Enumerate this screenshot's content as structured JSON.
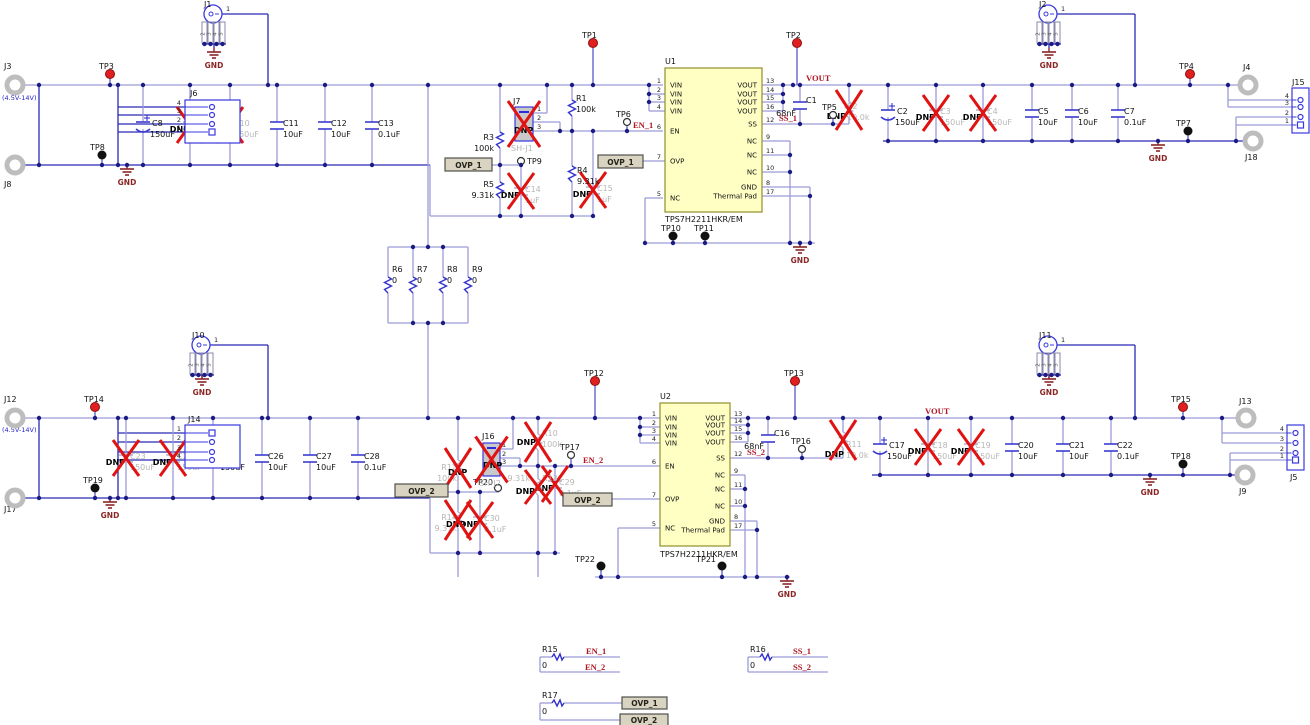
{
  "labels": {
    "gnd": "GND",
    "range": "(4.5V-14V)"
  },
  "ic": {
    "part": "TPS7H2211HKR/EM",
    "u1": {
      "ref": "U1"
    },
    "u2": {
      "ref": "U2"
    },
    "left_names": [
      "VIN",
      "VIN",
      "VIN",
      "VIN",
      "EN",
      "OVP",
      "NC"
    ],
    "left_nums": [
      "1",
      "2",
      "3",
      "4",
      "6",
      "7",
      "5"
    ],
    "right_names": [
      "VOUT",
      "VOUT",
      "VOUT",
      "VOUT",
      "SS",
      "NC",
      "NC",
      "NC",
      "GND",
      "Thermal Pad"
    ],
    "right_nums": [
      "13",
      "14",
      "15",
      "16",
      "12",
      "9",
      "11",
      "10",
      "8",
      "17"
    ]
  },
  "tps": {
    "tp1": "TP1",
    "tp2": "TP2",
    "tp3": "TP3",
    "tp4": "TP4",
    "tp5": "TP5",
    "tp6": "TP6",
    "tp7": "TP7",
    "tp8": "TP8",
    "tp9": "TP9",
    "tp10": "TP10",
    "tp11": "TP11",
    "tp12": "TP12",
    "tp13": "TP13",
    "tp14": "TP14",
    "tp15": "TP15",
    "tp16": "TP16",
    "tp17": "TP17",
    "tp18": "TP18",
    "tp19": "TP19",
    "tp20": "TP20",
    "tp21": "TP21",
    "tp22": "TP22"
  },
  "top": {
    "j1": {
      "ref": "J1",
      "pin1": "1",
      "pins": [
        "2",
        "3",
        "4",
        "5"
      ]
    },
    "j2": {
      "ref": "J2",
      "pin1": "1",
      "pins": [
        "2",
        "3",
        "4",
        "5"
      ]
    },
    "j3": {
      "ref": "J3"
    },
    "j8": {
      "ref": "J8"
    },
    "j4": {
      "ref": "J4"
    },
    "j18": {
      "ref": "J18"
    },
    "j6": {
      "ref": "J6",
      "pins": [
        "4",
        "3",
        "2",
        "1"
      ]
    },
    "j15": {
      "ref": "J15",
      "pins": [
        "4",
        "3",
        "2",
        "1"
      ]
    },
    "j7": {
      "ref": "J7",
      "alt": "SH-J1",
      "dnp": "DNP",
      "pins": [
        "1",
        "2",
        "3"
      ]
    },
    "in_caps": [
      {
        "ref": "C8",
        "val": "150uF",
        "pol": true
      },
      {
        "ref": "C9",
        "val": "150uF",
        "dnp": "DNP"
      },
      {
        "ref": "C10",
        "val": "150uF",
        "dnp": "DNP"
      },
      {
        "ref": "C11",
        "val": "10uF"
      },
      {
        "ref": "C12",
        "val": "10uF"
      },
      {
        "ref": "C13",
        "val": "0.1uF"
      }
    ],
    "out_caps": [
      {
        "ref": "C2",
        "val": "150uF",
        "pol": true
      },
      {
        "ref": "C3",
        "val": "150uF",
        "dnp": "DNP"
      },
      {
        "ref": "C4",
        "val": "150uF",
        "dnp": "DNP"
      },
      {
        "ref": "C5",
        "val": "10uF"
      },
      {
        "ref": "C6",
        "val": "10uF"
      },
      {
        "ref": "C7",
        "val": "0.1uF"
      }
    ],
    "r1": {
      "ref": "R1",
      "val": "100k"
    },
    "r3": {
      "ref": "R3",
      "val": "100k"
    },
    "r4": {
      "ref": "R4",
      "val": "9.31k"
    },
    "r5": {
      "ref": "R5",
      "val": "9.31k"
    },
    "r2": {
      "ref": "R2",
      "val": "10.0k",
      "dnp": "DNP"
    },
    "c1": {
      "ref": "C1",
      "val": "68nF"
    },
    "c14": {
      "ref": "C14",
      "val": "1uF",
      "dnp": "DNP"
    },
    "c15": {
      "ref": "C15",
      "val": "1uF",
      "dnp": "DNP"
    },
    "nets": {
      "vout": "VOUT",
      "ss": "SS_1",
      "en": "EN_1",
      "ovp": "OVP_1"
    }
  },
  "bottom": {
    "j10": {
      "ref": "J10",
      "pin1": "1",
      "pins": [
        "2",
        "3",
        "4",
        "5"
      ]
    },
    "j11": {
      "ref": "J11",
      "pin1": "1",
      "pins": [
        "2",
        "3",
        "4",
        "5"
      ]
    },
    "j12": {
      "ref": "J12"
    },
    "j17": {
      "ref": "J17"
    },
    "j13": {
      "ref": "J13"
    },
    "j9": {
      "ref": "J9"
    },
    "j14": {
      "ref": "J14",
      "pins": [
        "1",
        "2",
        "3",
        "4"
      ]
    },
    "j5": {
      "ref": "J5",
      "pins": [
        "4",
        "3",
        "2",
        "1"
      ]
    },
    "j16": {
      "ref": "J16",
      "alt": "SH-J2",
      "dnp": "DNP",
      "pins": [
        "1",
        "2",
        "3"
      ]
    },
    "in_caps": [
      {
        "ref": "C23",
        "val": "150uF",
        "dnp": "DNP"
      },
      {
        "ref": "C24",
        "val": "150uF",
        "dnp": "DNP"
      },
      {
        "ref": "C25",
        "val": "150uF",
        "pol": true
      },
      {
        "ref": "C26",
        "val": "10uF"
      },
      {
        "ref": "C27",
        "val": "10uF"
      },
      {
        "ref": "C28",
        "val": "0.1uF"
      }
    ],
    "out_caps": [
      {
        "ref": "C17",
        "val": "150uF",
        "pol": true
      },
      {
        "ref": "C18",
        "val": "150uF",
        "dnp": "DNP"
      },
      {
        "ref": "C19",
        "val": "150uF",
        "dnp": "DNP"
      },
      {
        "ref": "C20",
        "val": "10uF"
      },
      {
        "ref": "C21",
        "val": "10uF"
      },
      {
        "ref": "C22",
        "val": "0.1uF"
      }
    ],
    "r10": {
      "ref": "R10",
      "val": "100k",
      "dnp": "DNP"
    },
    "r12": {
      "ref": "R12",
      "val": "100k",
      "dnp": "DNP"
    },
    "r13": {
      "ref": "R13",
      "val": "9.31k",
      "dnp": "DNP"
    },
    "r14": {
      "ref": "R14",
      "val": "9.31k",
      "dnp": "DNP"
    },
    "r11": {
      "ref": "R11",
      "val": "10.0k",
      "dnp": "DNP"
    },
    "c16": {
      "ref": "C16",
      "val": "68nF"
    },
    "c29": {
      "ref": "C29",
      "val": "0.1uF",
      "dnp": "DNP"
    },
    "c30": {
      "ref": "C30",
      "val": "0.1uF",
      "dnp": "DNP"
    },
    "nets": {
      "vout": "VOUT",
      "ss": "SS_2",
      "en": "EN_2",
      "ovp": "OVP_2"
    }
  },
  "rblock": {
    "r6": {
      "ref": "R6",
      "val": "0"
    },
    "r7": {
      "ref": "R7",
      "val": "0"
    },
    "r8": {
      "ref": "R8",
      "val": "0"
    },
    "r9": {
      "ref": "R9",
      "val": "0"
    }
  },
  "links": {
    "r15": {
      "ref": "R15",
      "val": "0",
      "net_a": "EN_1",
      "net_b": "EN_2"
    },
    "r16": {
      "ref": "R16",
      "val": "0",
      "net_a": "SS_1",
      "net_b": "SS_2"
    },
    "r17": {
      "ref": "R17",
      "val": "0",
      "net_a": "OVP_1",
      "net_b": "OVP_2"
    }
  }
}
